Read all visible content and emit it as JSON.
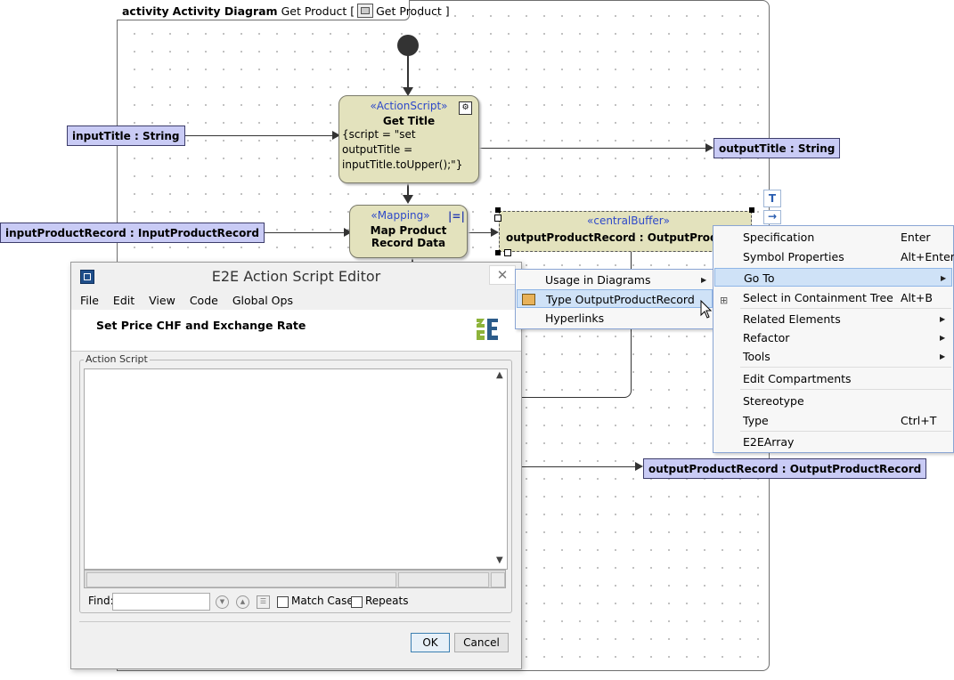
{
  "diagram": {
    "frame_label_kind": "activity",
    "frame_label_name": "Activity Diagram",
    "frame_label_owner": "Get Product [",
    "frame_label_link": "Get Product ]",
    "nodes": {
      "get_title": {
        "stereotype": "«ActionScript»",
        "name": "Get Title",
        "script_lines": [
          "{script = \"set",
          "outputTitle =",
          "inputTitle.toUpper();\"}"
        ]
      },
      "map_product": {
        "stereotype": "«Mapping»",
        "name_line1": "Map Product",
        "name_line2": "Record Data"
      },
      "central_buffer": {
        "stereotype": "«centralBuffer»",
        "name": "outputProductRecord : OutputProductR"
      }
    },
    "pins": {
      "input_title": "inputTitle : String",
      "output_title": "outputTitle : String",
      "input_product_record": "inputProductRecord : InputProductRecord",
      "output_product_record": "outputProductRecord : OutputProductRecord"
    },
    "side_tools": [
      "T",
      "→"
    ]
  },
  "dialog": {
    "title": "E2E Action Script Editor",
    "close_glyph": "✕",
    "menu": [
      "File",
      "Edit",
      "View",
      "Code",
      "Global Ops"
    ],
    "heading": "Set Price CHF and Exchange Rate",
    "group_label": "Action Script",
    "script_text": "",
    "find_label": "Find:",
    "find_value": "",
    "match_case_label": "Match Case",
    "repeats_label": "Repeats",
    "ok_label": "OK",
    "cancel_label": "Cancel"
  },
  "goto_submenu": {
    "items": [
      {
        "label": "Usage in Diagrams",
        "has_submenu": true
      },
      {
        "label": "Type OutputProductRecord",
        "has_submenu": false,
        "highlighted": true
      },
      {
        "label": "Hyperlinks",
        "has_submenu": false
      }
    ]
  },
  "context_menu": {
    "items": [
      {
        "label": "Specification",
        "shortcut": "Enter"
      },
      {
        "label": "Symbol Properties",
        "shortcut": "Alt+Enter"
      },
      {
        "label": "Go To",
        "shortcut": "",
        "has_submenu": true,
        "highlighted": true
      },
      {
        "label": "Select in Containment Tree",
        "shortcut": "Alt+B"
      },
      {
        "label": "Related Elements",
        "shortcut": "",
        "has_submenu": true
      },
      {
        "label": "Refactor",
        "shortcut": "",
        "has_submenu": true
      },
      {
        "label": "Tools",
        "shortcut": "",
        "has_submenu": true
      },
      {
        "label": "Edit Compartments",
        "shortcut": ""
      },
      {
        "label": "Stereotype",
        "shortcut": ""
      },
      {
        "label": "Type",
        "shortcut": "Ctrl+T"
      },
      {
        "label": "E2EArray",
        "shortcut": ""
      }
    ]
  },
  "colors": {
    "action_fill": "#e3e2bd",
    "pin_fill": "#c9cbf5",
    "stereotype_text": "#2e49c9",
    "menu_highlight": "#cfe2f7"
  }
}
